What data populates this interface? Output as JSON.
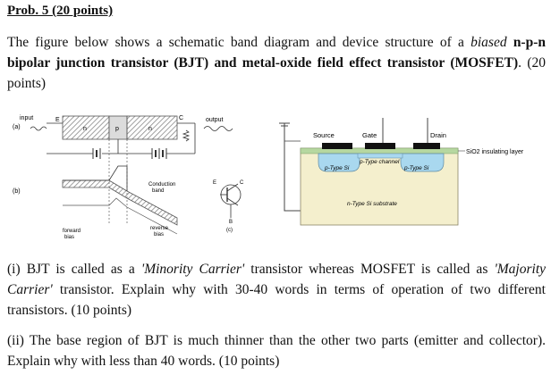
{
  "title": "Prob. 5 (20 points)",
  "intro": {
    "t1": "The figure below shows a schematic band diagram and device structure of a ",
    "t2": "biased",
    "t3": " ",
    "t4": "n-p-n bipolar junction transistor (BJT) and metal-oxide field effect transistor (MOSFET)",
    "t5": ". (20 points)"
  },
  "bjt_figure": {
    "label_a": "(a)",
    "label_b": "(b)",
    "label_c": "(c)",
    "input": "input",
    "output": "output",
    "E": "E",
    "B": "B",
    "C": "C",
    "n1": "n",
    "p": "p",
    "n2": "n",
    "conduction_band": [
      "Conduction",
      "band"
    ],
    "forward_bias": [
      "forward",
      "bias"
    ],
    "reverse_bias": [
      "reverse",
      "bias"
    ]
  },
  "mosfet_figure": {
    "source": "Source",
    "gate": "Gate",
    "drain": "Drain",
    "sio2": "SiO2 insulating layer",
    "channel": "p-Type channel",
    "ptype_left": "p-Type Si",
    "ptype_right": "p-Type Si",
    "substrate": "n-Type Si substrate"
  },
  "q1": {
    "t1": "(i) BJT is called as a ",
    "t2": "'Minority Carrier'",
    "t3": " transistor whereas MOSFET is called as ",
    "t4": "'Majority Carrier'",
    "t5": " transistor. Explain why with 30-40 words in terms of operation of two different transistors. (10 points)"
  },
  "q2": {
    "text": "(ii) The base region of BJT is much thinner than the other two parts (emitter and collector). Explain why with less than 40 words. (10 points)"
  }
}
